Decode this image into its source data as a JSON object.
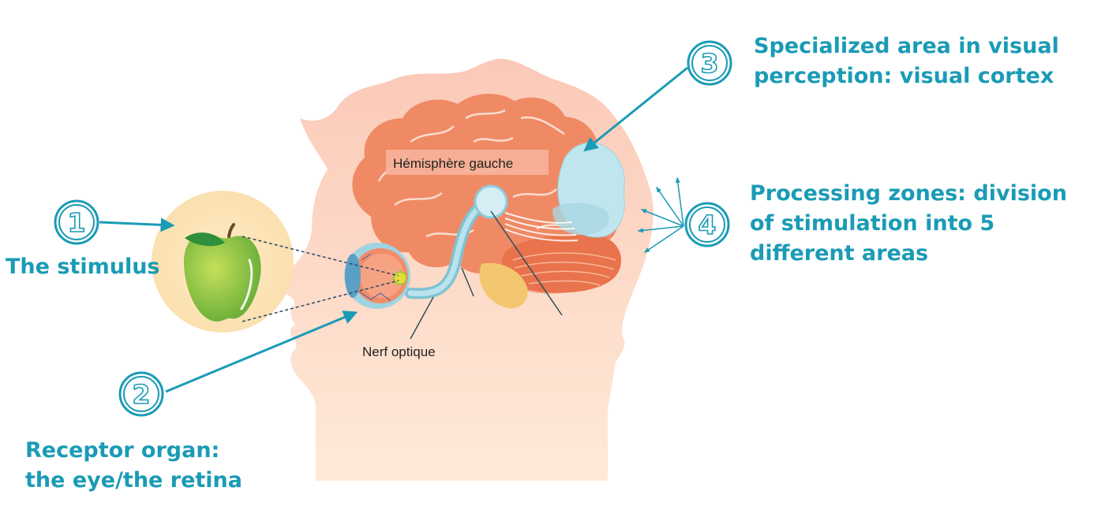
{
  "labels": {
    "hemisphere": "Hémisphère gauche",
    "optic_nerve": "Nerf optique"
  },
  "steps": [
    {
      "number": "1",
      "lines": [
        "The stimulus"
      ]
    },
    {
      "number": "2",
      "lines": [
        "Receptor organ:",
        "the eye/the retina"
      ]
    },
    {
      "number": "3",
      "lines": [
        "Specialized area in visual",
        "perception: visual cortex"
      ]
    },
    {
      "number": "4",
      "lines": [
        "Processing zones: division",
        "of stimulation into 5",
        "different areas"
      ]
    }
  ],
  "colors": {
    "accent": "#1a9bb5",
    "head": "#fcd9c0",
    "brain": "#f08a65",
    "visual_cortex": "#bfe6ee",
    "apple": "#8cc63f",
    "apple_bg": "#fbe4b5"
  }
}
